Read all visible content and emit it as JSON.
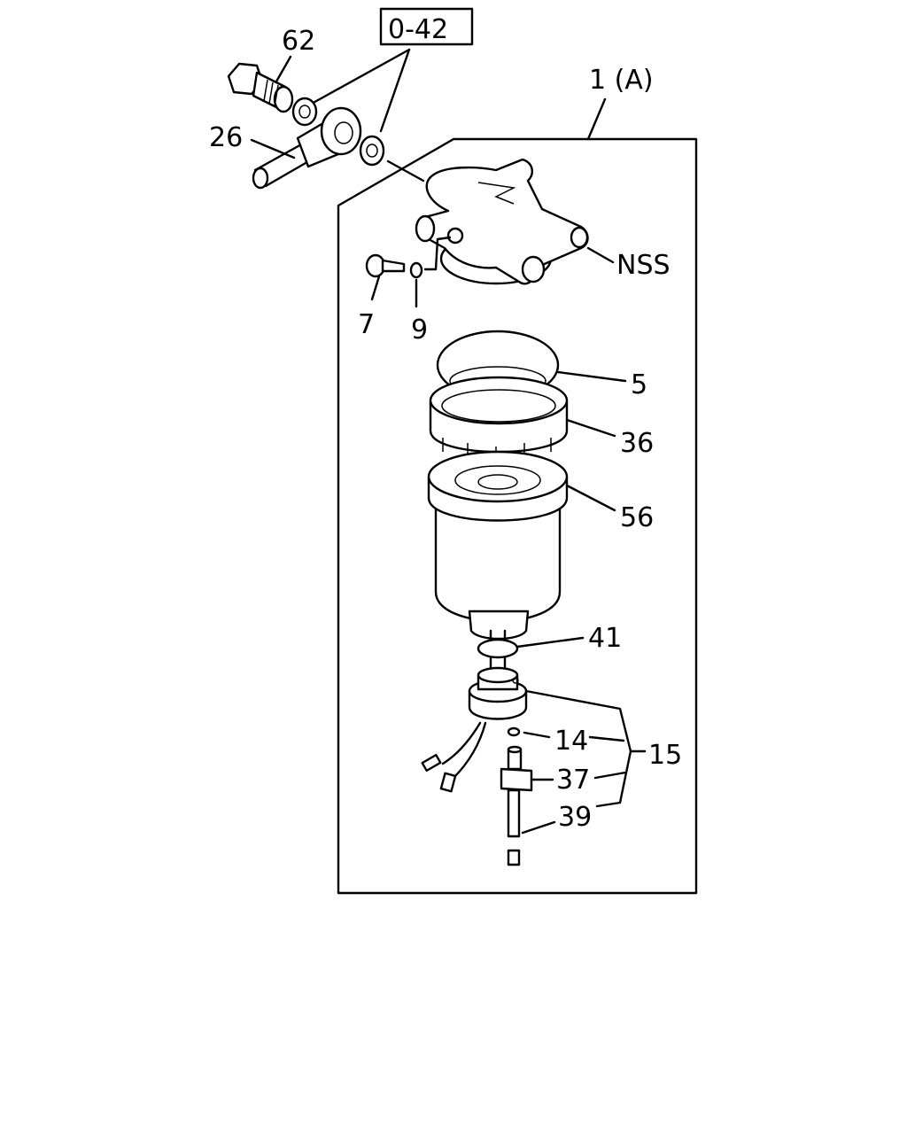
{
  "diagram": {
    "ref_box": "0-42",
    "assembly": "1 (A)",
    "callouts": {
      "p62": "62",
      "p26": "26",
      "nss": "NSS",
      "p7": "7",
      "p9": "9",
      "p5": "5",
      "p36": "36",
      "p56": "56",
      "p41": "41",
      "p14": "14",
      "p15": "15",
      "p37": "37",
      "p39": "39"
    }
  }
}
